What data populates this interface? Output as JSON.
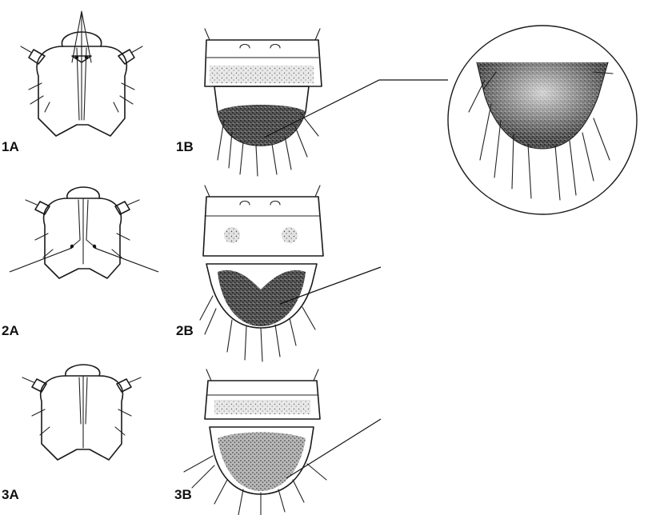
{
  "panels": [
    {
      "id": "1A",
      "label": "1A",
      "view": "head"
    },
    {
      "id": "1B",
      "label": "1B",
      "view": "abdomen"
    },
    {
      "id": "2A",
      "label": "2A",
      "view": "head"
    },
    {
      "id": "2B",
      "label": "2B",
      "view": "abdomen"
    },
    {
      "id": "3A",
      "label": "3A",
      "view": "head"
    },
    {
      "id": "3B",
      "label": "3B",
      "view": "abdomen"
    }
  ],
  "magnified_detail": {
    "of_panel": "1B"
  },
  "colors": {
    "ink": "#1a1a1a",
    "stipple": "#2a2a2a",
    "background": "#ffffff"
  }
}
